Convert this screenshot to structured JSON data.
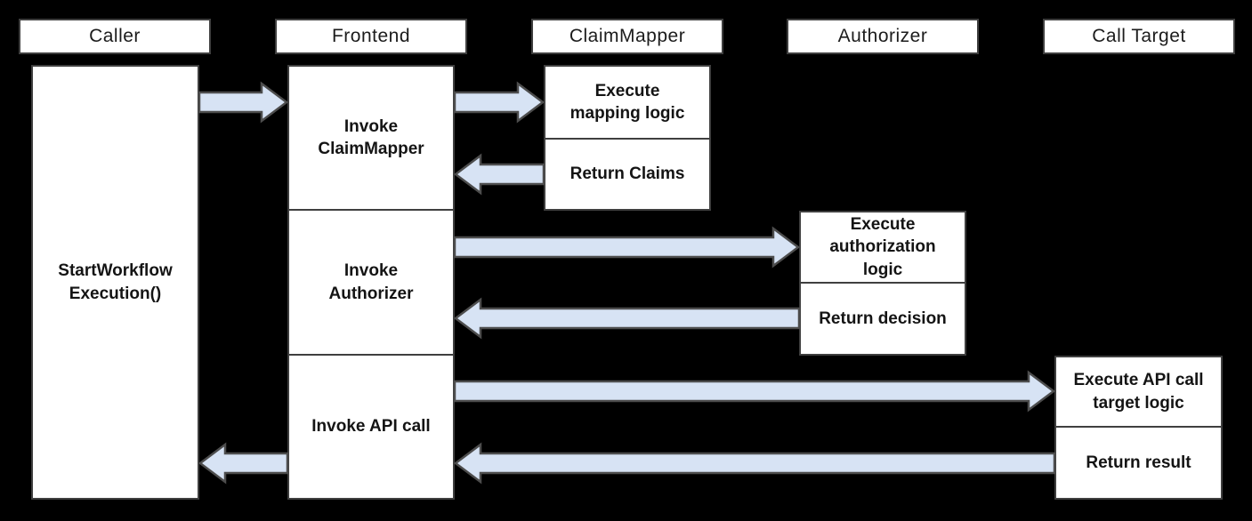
{
  "headers": [
    {
      "label": "Caller"
    },
    {
      "label": "Frontend"
    },
    {
      "label": "ClaimMapper"
    },
    {
      "label": "Authorizer"
    },
    {
      "label": "Call Target"
    }
  ],
  "activations": [
    {
      "lifeline": "Caller",
      "label": "StartWorkflow\nExecution()"
    },
    {
      "lifeline": "Frontend",
      "label": "Invoke\nClaimMapper"
    },
    {
      "lifeline": "Frontend",
      "label": "Invoke\nAuthorizer"
    },
    {
      "lifeline": "Frontend",
      "label": "Invoke API call"
    },
    {
      "lifeline": "ClaimMapper",
      "label": "Execute\nmapping logic"
    },
    {
      "lifeline": "ClaimMapper",
      "label": "Return Claims"
    },
    {
      "lifeline": "Authorizer",
      "label": "Execute\nauthorization\nlogic"
    },
    {
      "lifeline": "Authorizer",
      "label": "Return decision"
    },
    {
      "lifeline": "Call Target",
      "label": "Execute API call\ntarget logic"
    },
    {
      "lifeline": "Call Target",
      "label": "Return result"
    }
  ],
  "messages": [
    {
      "from": "Caller",
      "to": "Frontend"
    },
    {
      "from": "Frontend",
      "to": "ClaimMapper"
    },
    {
      "from": "ClaimMapper",
      "to": "Frontend"
    },
    {
      "from": "Frontend",
      "to": "Authorizer"
    },
    {
      "from": "Authorizer",
      "to": "Frontend"
    },
    {
      "from": "Frontend",
      "to": "Call Target"
    },
    {
      "from": "Call Target",
      "to": "Frontend"
    },
    {
      "from": "Frontend",
      "to": "Caller"
    }
  ],
  "colors": {
    "background": "#000000",
    "box_fill": "#ffffff",
    "box_border": "#3f3f3f",
    "arrow_fill": "#d7e3f4",
    "arrow_border": "#4d4d4d",
    "text": "#1a1a1a"
  }
}
